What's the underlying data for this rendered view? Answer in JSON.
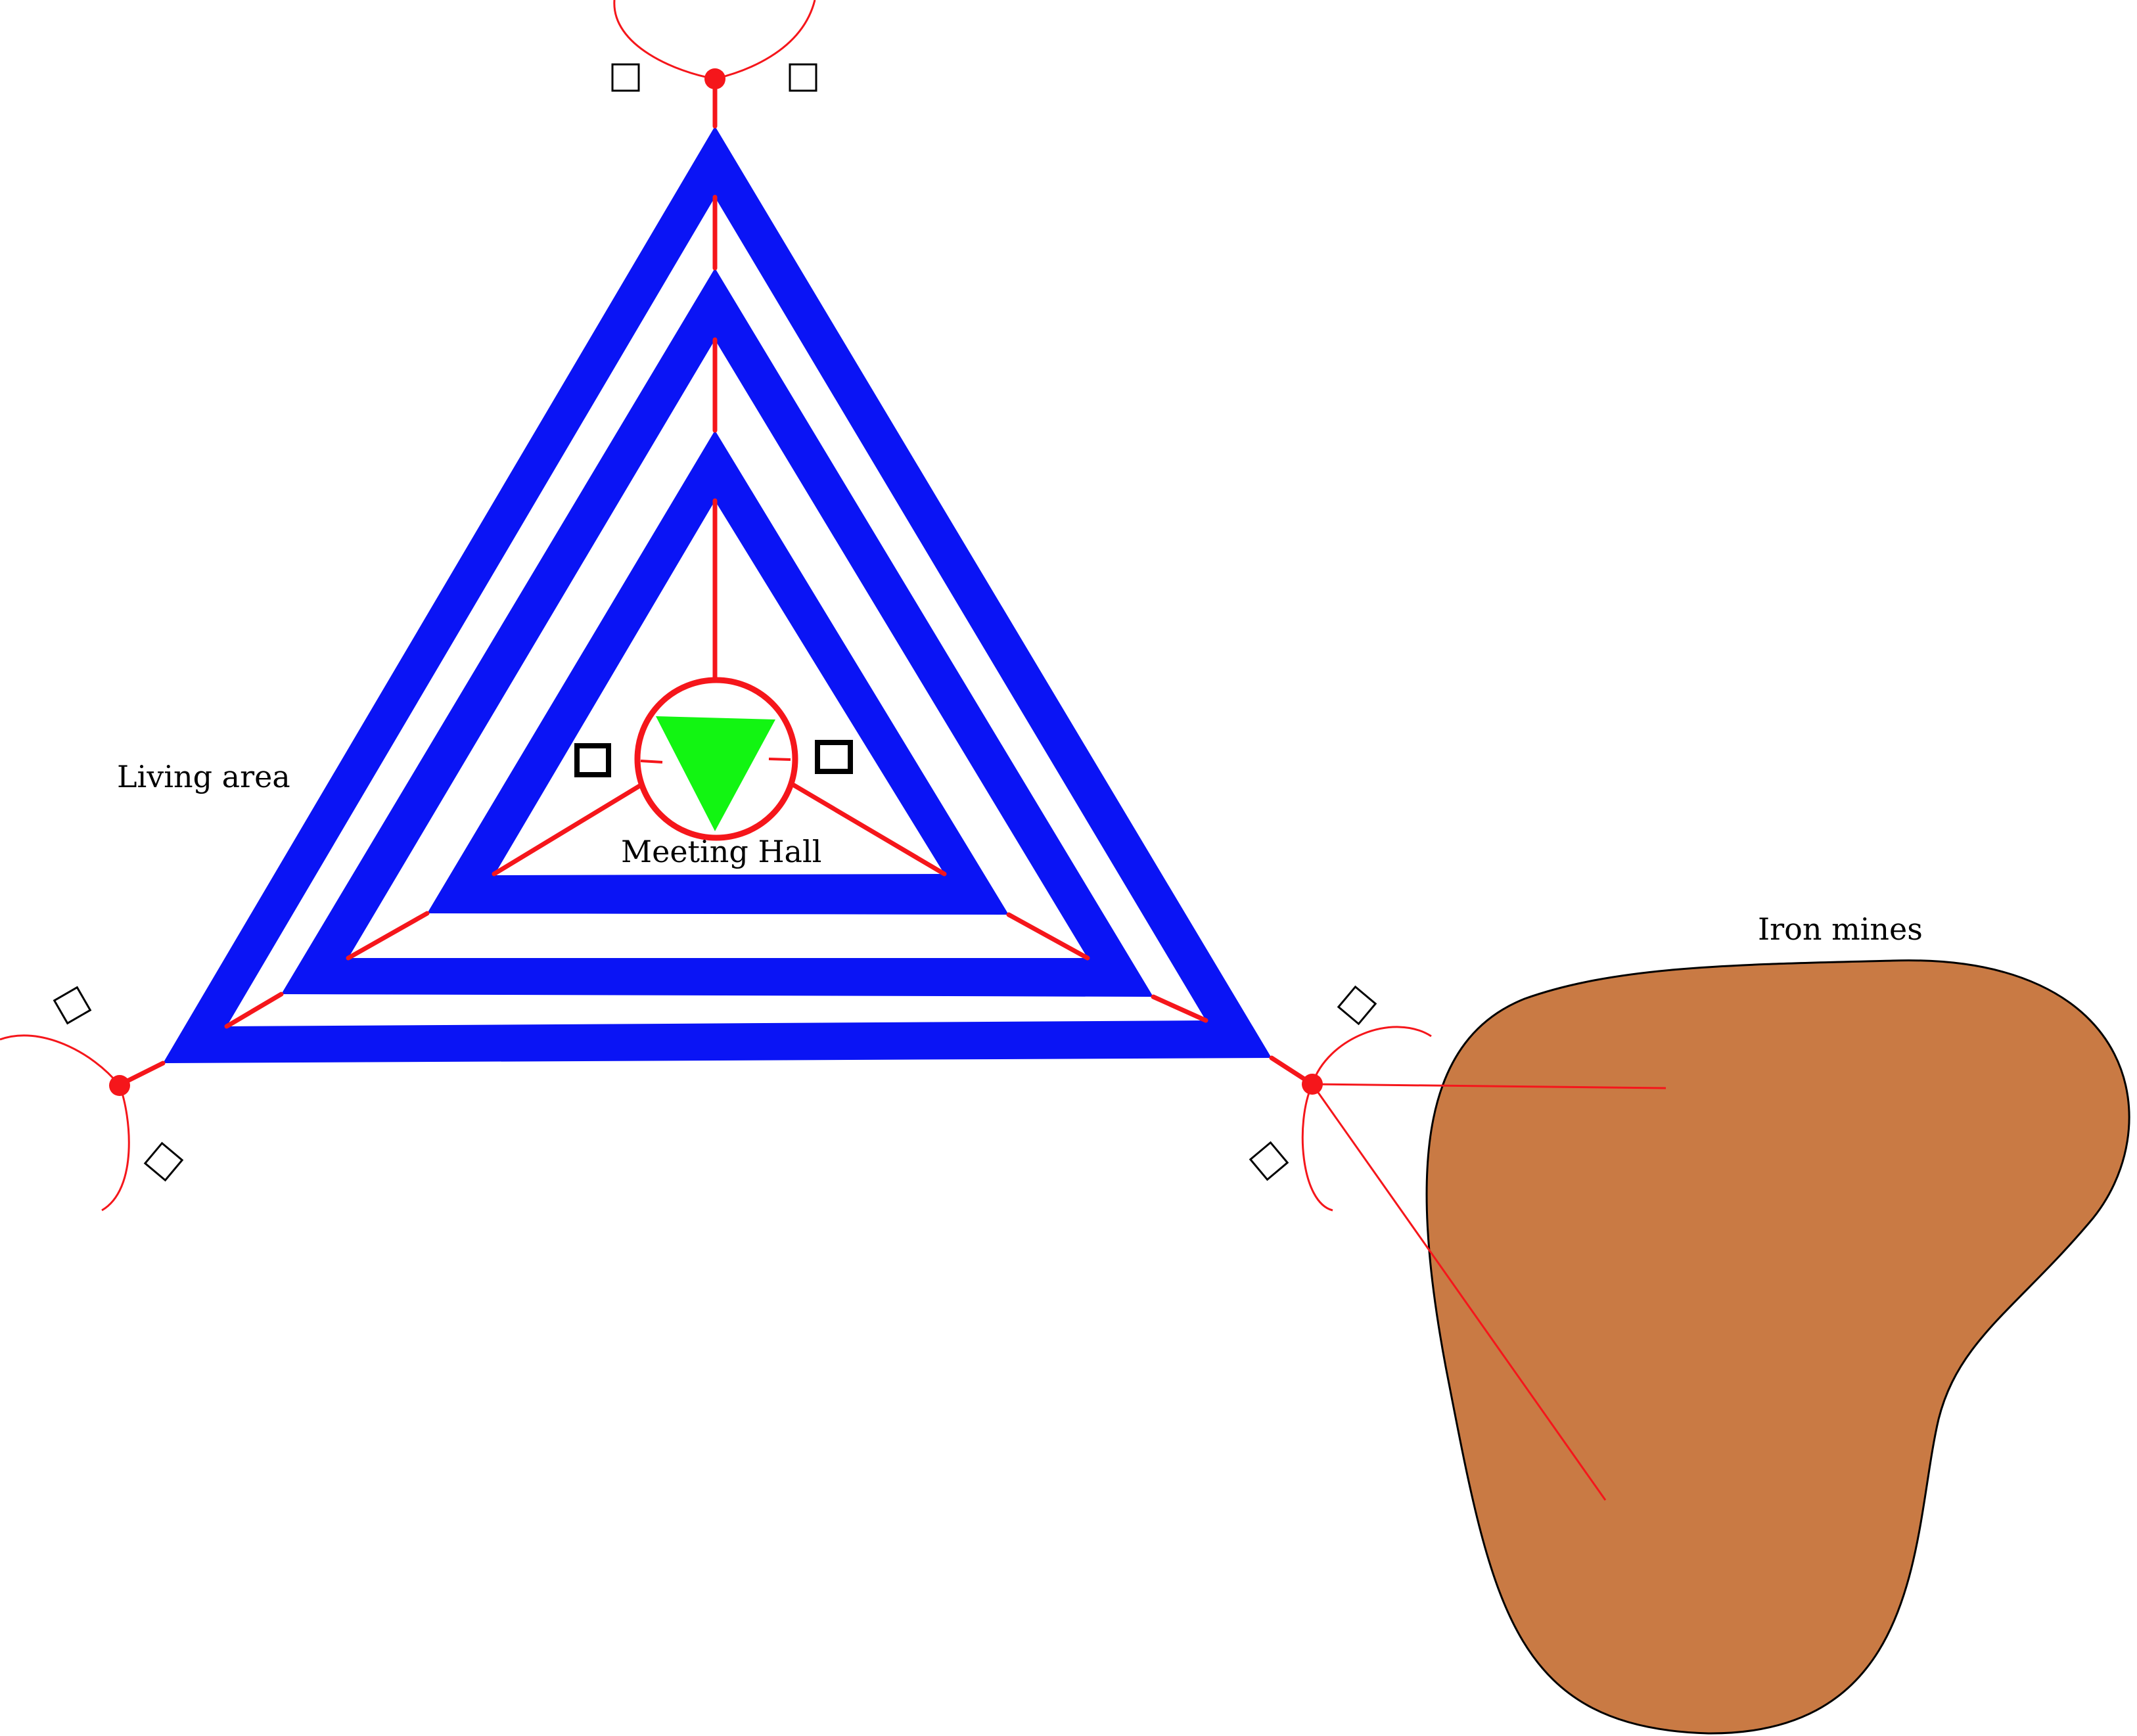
{
  "labels": {
    "living_area": "Living area",
    "meeting_hall": "Meeting Hall",
    "iron_mines": "Iron mines"
  },
  "colors": {
    "walls": "#0a14f5",
    "roads": "#f5161b",
    "meeting_hall_marker": "#12f512",
    "iron_mines_fill": "#c97a44",
    "outline": "#000000",
    "background": "#ffffff"
  },
  "icons": {
    "wall_rings": "nested-triangle-icon",
    "meeting_hall": "green-triangle-icon",
    "gate_node": "red-dot-icon",
    "building": "square-icon"
  }
}
